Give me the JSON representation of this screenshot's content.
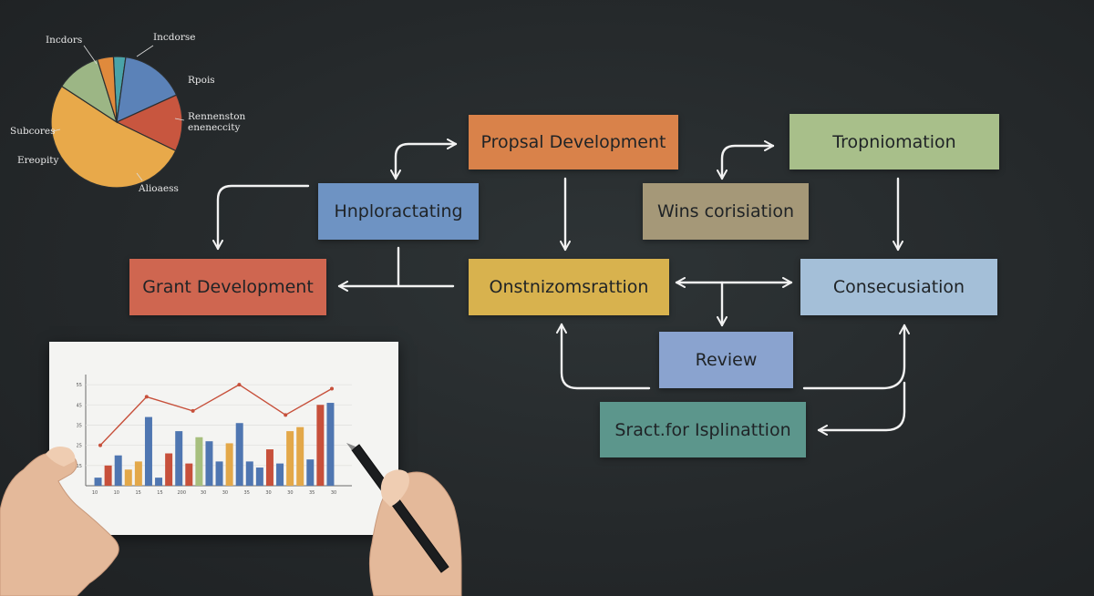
{
  "flow": {
    "boxes": {
      "propsal": {
        "label": "Propsal Development",
        "color": "#d9824a"
      },
      "tropniomation": {
        "label": "Tropniomation",
        "color": "#a8bf8a"
      },
      "hnploractating": {
        "label": "Hnploractating",
        "color": "#6e93c3"
      },
      "wins": {
        "label": "Wins corisiation",
        "color": "#a59878"
      },
      "grant": {
        "label": "Grant Development",
        "color": "#cf6650"
      },
      "onstnizomsrattion": {
        "label": "Onstnizomsrattion",
        "color": "#d8b24e"
      },
      "consecusiation": {
        "label": "Consecusiation",
        "color": "#a4bfd8"
      },
      "review": {
        "label": "Review",
        "color": "#8aa3cf"
      },
      "sract": {
        "label": "Sract.for Isplinattion",
        "color": "#5c968c"
      }
    },
    "arrow_color": "#f2f2f2"
  },
  "pie": {
    "labels": {
      "top_left": "Incdors",
      "top_right": "Incdorse",
      "right_1": "Rpois",
      "right_2": "Rennenston",
      "right_3": "eneneccity",
      "left_1": "Subcores",
      "left_2": "Ereopity",
      "bottom": "Alioaess"
    },
    "chart_data": {
      "type": "pie",
      "slices": [
        {
          "value": 3,
          "color": "#4aa3a8"
        },
        {
          "value": 16,
          "color": "#5b82b8"
        },
        {
          "value": 14,
          "color": "#c8563f"
        },
        {
          "value": 52,
          "color": "#e8a94a"
        },
        {
          "value": 11,
          "color": "#9cb685"
        },
        {
          "value": 4,
          "color": "#e08a3c"
        }
      ]
    }
  },
  "paper_chart": {
    "chart_data": {
      "type": "bar",
      "ylim": [
        0,
        55
      ],
      "series": [
        {
          "values": [
            4,
            10,
            15,
            8,
            12,
            34,
            4,
            16,
            27,
            11,
            24,
            22,
            12,
            21,
            31,
            12,
            9,
            18,
            11,
            27,
            29,
            13,
            40,
            41
          ],
          "colors": [
            "#4f76b1",
            "#c7503b",
            "#4f76b1",
            "#e3a849",
            "#e3a849",
            "#4f76b1",
            "#4f76b1",
            "#c7503b",
            "#4f76b1",
            "#c7503b",
            "#a7bf7e",
            "#4f76b1",
            "#4f76b1",
            "#e3a849",
            "#4f76b1",
            "#4f76b1",
            "#4f76b1",
            "#c7503b",
            "#4f76b1",
            "#e3a849",
            "#e3a849",
            "#4f76b1",
            "#c7503b",
            "#4f76b1"
          ]
        }
      ],
      "line": {
        "values": [
          20,
          44,
          37,
          50,
          35,
          48
        ],
        "color": "#c7503b"
      },
      "ytick_labels": [
        "15",
        "25",
        "35",
        "45",
        "55"
      ],
      "xtick_labels": [
        "10",
        "10",
        "15",
        "15",
        "200",
        "30",
        "30",
        "35",
        "30",
        "30",
        "35",
        "30"
      ]
    }
  }
}
